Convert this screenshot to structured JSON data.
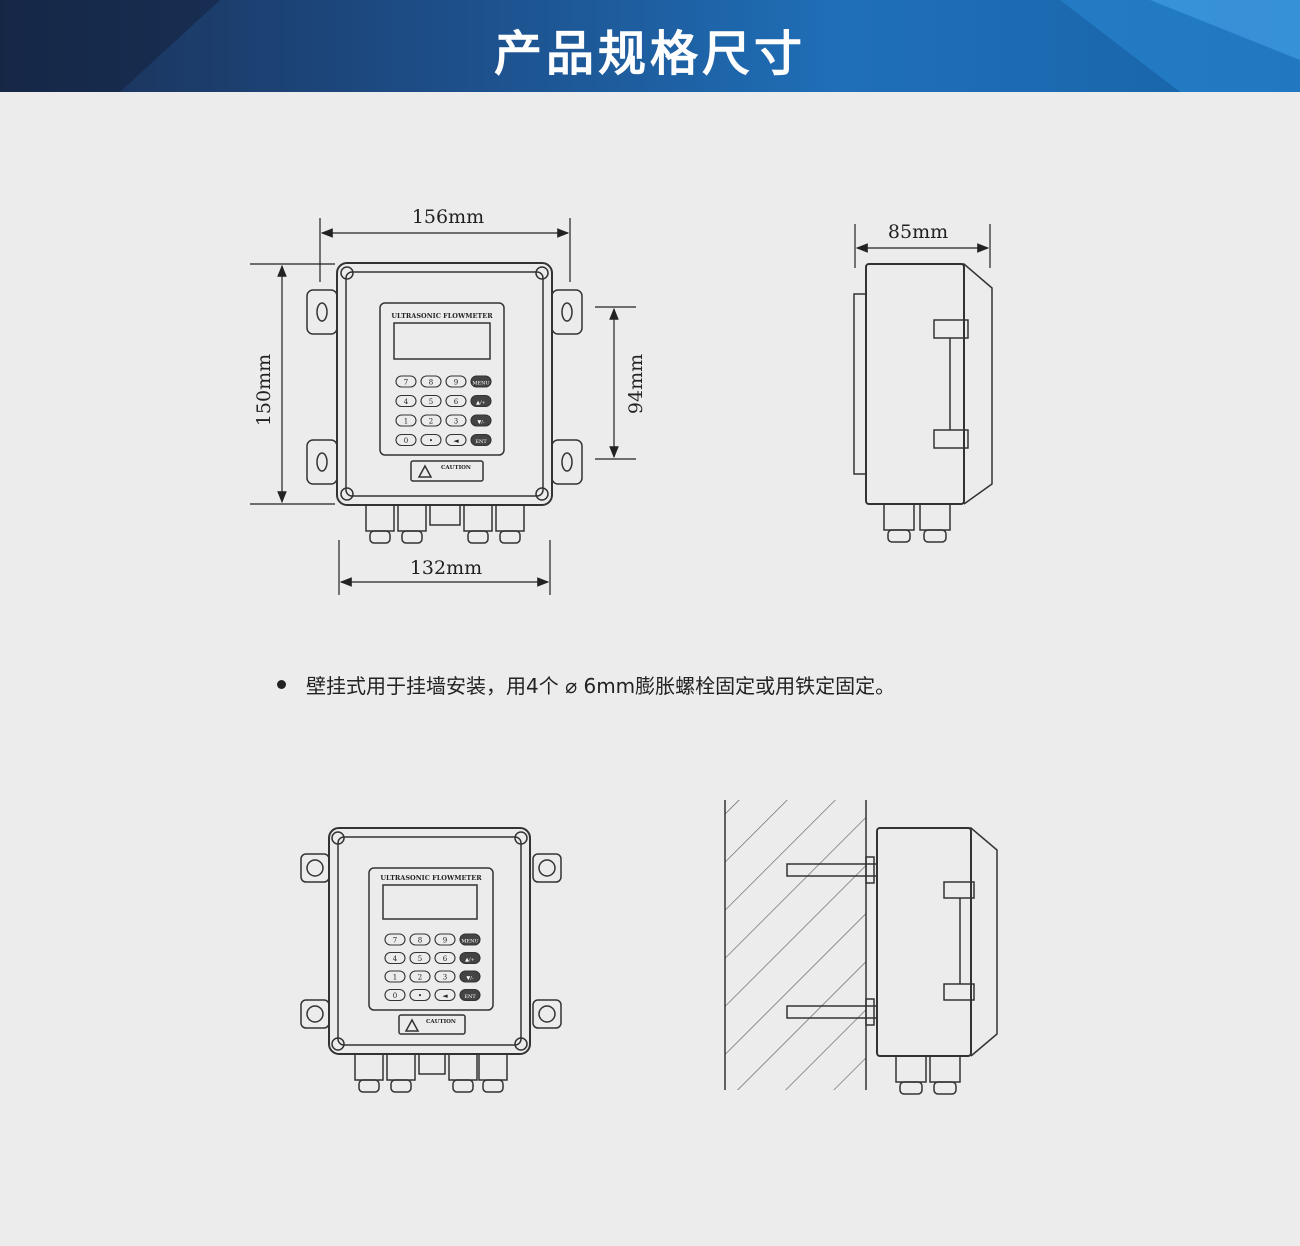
{
  "header": {
    "title": "产品规格尺寸"
  },
  "dimensions": {
    "width_top": "156mm",
    "height_left": "150mm",
    "height_right": "94mm",
    "width_bottom": "132mm",
    "side_depth": "85mm"
  },
  "device": {
    "panel_label": "ULTRASONIC FLOWMETER",
    "caution_label": "CAUTION",
    "keys": [
      [
        "7",
        "8",
        "9",
        "MENU"
      ],
      [
        "4",
        "5",
        "6",
        "▲/+"
      ],
      [
        "1",
        "2",
        "3",
        "▼/-"
      ],
      [
        "0",
        "•",
        "◄",
        "ENT"
      ]
    ]
  },
  "note": {
    "text": "壁挂式用于挂墙安装，用4个 ⌀ 6mm膨胀螺栓固定或用铁定固定。"
  },
  "colors": {
    "banner_dark": "#1b2e52",
    "banner_light": "#1f6fb8",
    "background": "#ececec",
    "line": "#333333"
  }
}
